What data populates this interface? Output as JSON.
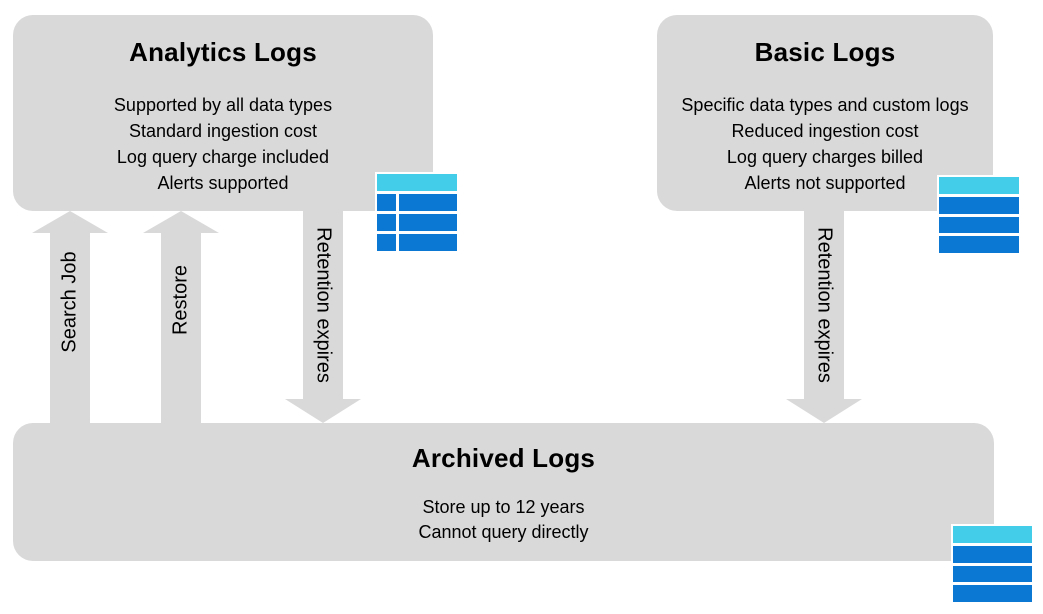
{
  "colors": {
    "canvas_bg": "#ffffff",
    "box_gray": "#d9d9d9",
    "icon_cyan": "#44cde9",
    "icon_blue": "#0b78d4",
    "text": "#000000"
  },
  "analytics_box": {
    "title": "Analytics Logs",
    "lines": [
      "Supported by all data types",
      "Standard ingestion cost",
      "Log query charge included",
      "Alerts supported"
    ]
  },
  "basic_box": {
    "title": "Basic Logs",
    "lines": [
      "Specific data types and custom logs",
      "Reduced ingestion cost",
      "Log query charges billed",
      "Alerts not supported"
    ]
  },
  "archived_box": {
    "title": "Archived Logs",
    "lines": [
      "Store up to 12 years",
      "Cannot query directly"
    ]
  },
  "arrows": {
    "search_job": {
      "label": "Search Job",
      "direction": "up"
    },
    "restore": {
      "label": "Restore",
      "direction": "up"
    },
    "retention_left": {
      "label": "Retention expires",
      "direction": "down"
    },
    "retention_right": {
      "label": "Retention expires",
      "direction": "down"
    }
  },
  "icons": {
    "analytics": "log-table-icon",
    "basic": "log-table-icon",
    "archived": "log-table-icon"
  }
}
